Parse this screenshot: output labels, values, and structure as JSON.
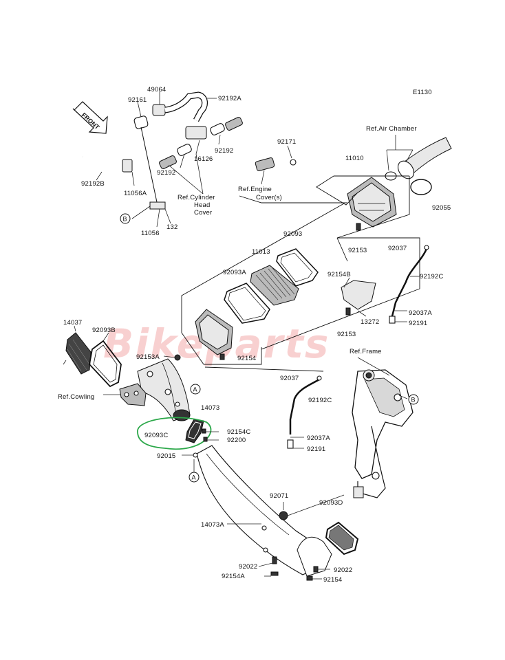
{
  "diagram": {
    "code": "E1130",
    "front_label": "FRONT",
    "watermark": "Bikeparts",
    "highlight_color": "#2ca84a",
    "labels": {
      "p49064": "49064",
      "p92161": "92161",
      "p92192A": "92192A",
      "p92192B": "92192B",
      "p11056A": "11056A",
      "p92192_a": "92192",
      "p92192_b": "92192",
      "p16126": "16126",
      "ref_cyl_1": "Ref.Cylinder",
      "ref_cyl_2": "Head",
      "ref_cyl_3": "Cover",
      "pB1": "B",
      "p11056": "11056",
      "p132": "132",
      "p92171": "92171",
      "ref_eng_1": "Ref.Engine",
      "ref_eng_2": "Cover(s)",
      "ref_air": "Ref.Air Chamber",
      "p11010": "11010",
      "p92055": "92055",
      "p92153_a": "92153",
      "p92037_a": "92037",
      "p92093": "92093",
      "p11013": "11013",
      "p92093A": "92093A",
      "p92154B": "92154B",
      "p92192C_a": "92192C",
      "p13272": "13272",
      "p92153_b": "92153",
      "p92037A_a": "92037A",
      "p92191_a": "92191",
      "p14037": "14037",
      "p92093B": "92093B",
      "p92153A": "92153A",
      "p92154": "92154",
      "ref_frame": "Ref.Frame",
      "ref_cowling": "Ref.Cowling",
      "pA1": "A",
      "p14073": "14073",
      "p92037_b": "92037",
      "p92192C_b": "92192C",
      "pB2": "B",
      "p92093C": "92093C",
      "p92154C": "92154C",
      "p92200": "92200",
      "p92037A_b": "92037A",
      "p92191_b": "92191",
      "p92015": "92015",
      "pA2": "A",
      "p92071": "92071",
      "p92093D": "92093D",
      "p14073A": "14073A",
      "p92022_a": "92022",
      "p92022_b": "92022",
      "p92154A": "92154A",
      "p92154_b": "92154"
    }
  }
}
